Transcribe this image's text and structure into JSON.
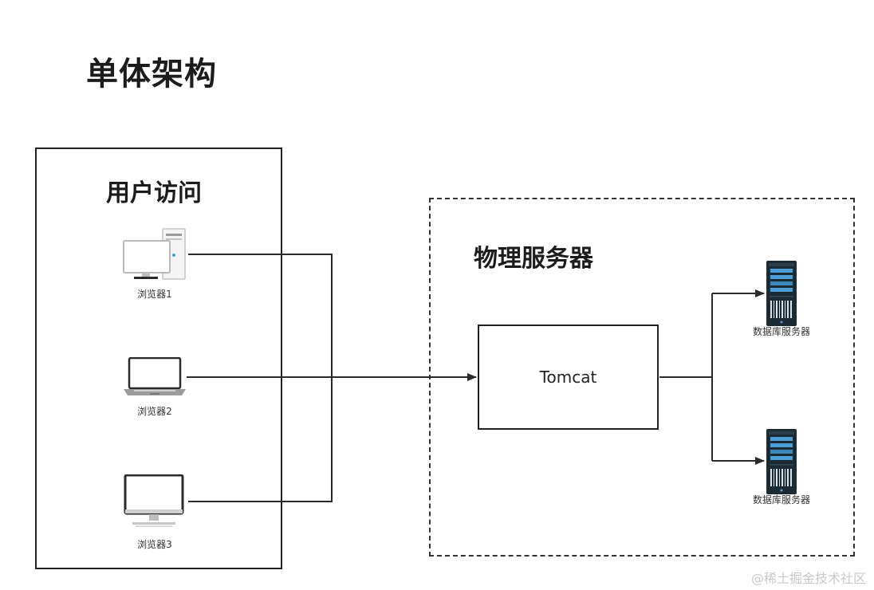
{
  "title": "单体架构",
  "user_group": {
    "title": "用户访问",
    "clients": [
      {
        "label": "浏览器1",
        "icon": "desktop-computer-icon"
      },
      {
        "label": "浏览器2",
        "icon": "laptop-icon"
      },
      {
        "label": "浏览器3",
        "icon": "monitor-icon"
      }
    ]
  },
  "server_group": {
    "title": "物理服务器",
    "app_server": "Tomcat",
    "databases": [
      {
        "label": "数据库服务器",
        "icon": "server-rack-icon"
      },
      {
        "label": "数据库服务器",
        "icon": "server-rack-icon"
      }
    ]
  },
  "watermark": "@稀土掘金技术社区",
  "colors": {
    "line": "#2b2b2b",
    "server_dark": "#1b2a33",
    "server_screen": "#4a9fd6",
    "device_frame": "#b8b8b8",
    "device_dark": "#2a2a2a"
  }
}
